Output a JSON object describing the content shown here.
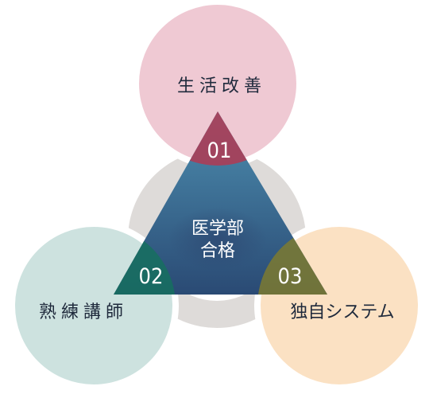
{
  "center": {
    "line1": "医学部",
    "line2": "合格"
  },
  "items": [
    {
      "number": "01",
      "label": "生活改善",
      "circle_color": "#efc9d3",
      "lens_color": "#b23a52"
    },
    {
      "number": "02",
      "label": "熟練講師",
      "circle_color": "#cde2df",
      "lens_color": "#16705f"
    },
    {
      "number": "03",
      "label": "独自システム",
      "circle_color": "#fbe1c3",
      "lens_color": "#7c7a30"
    }
  ],
  "colors": {
    "background_ring": "#dedbd9",
    "triangle_top": "#4d8fb0",
    "triangle_bottom": "#2a4a74"
  }
}
